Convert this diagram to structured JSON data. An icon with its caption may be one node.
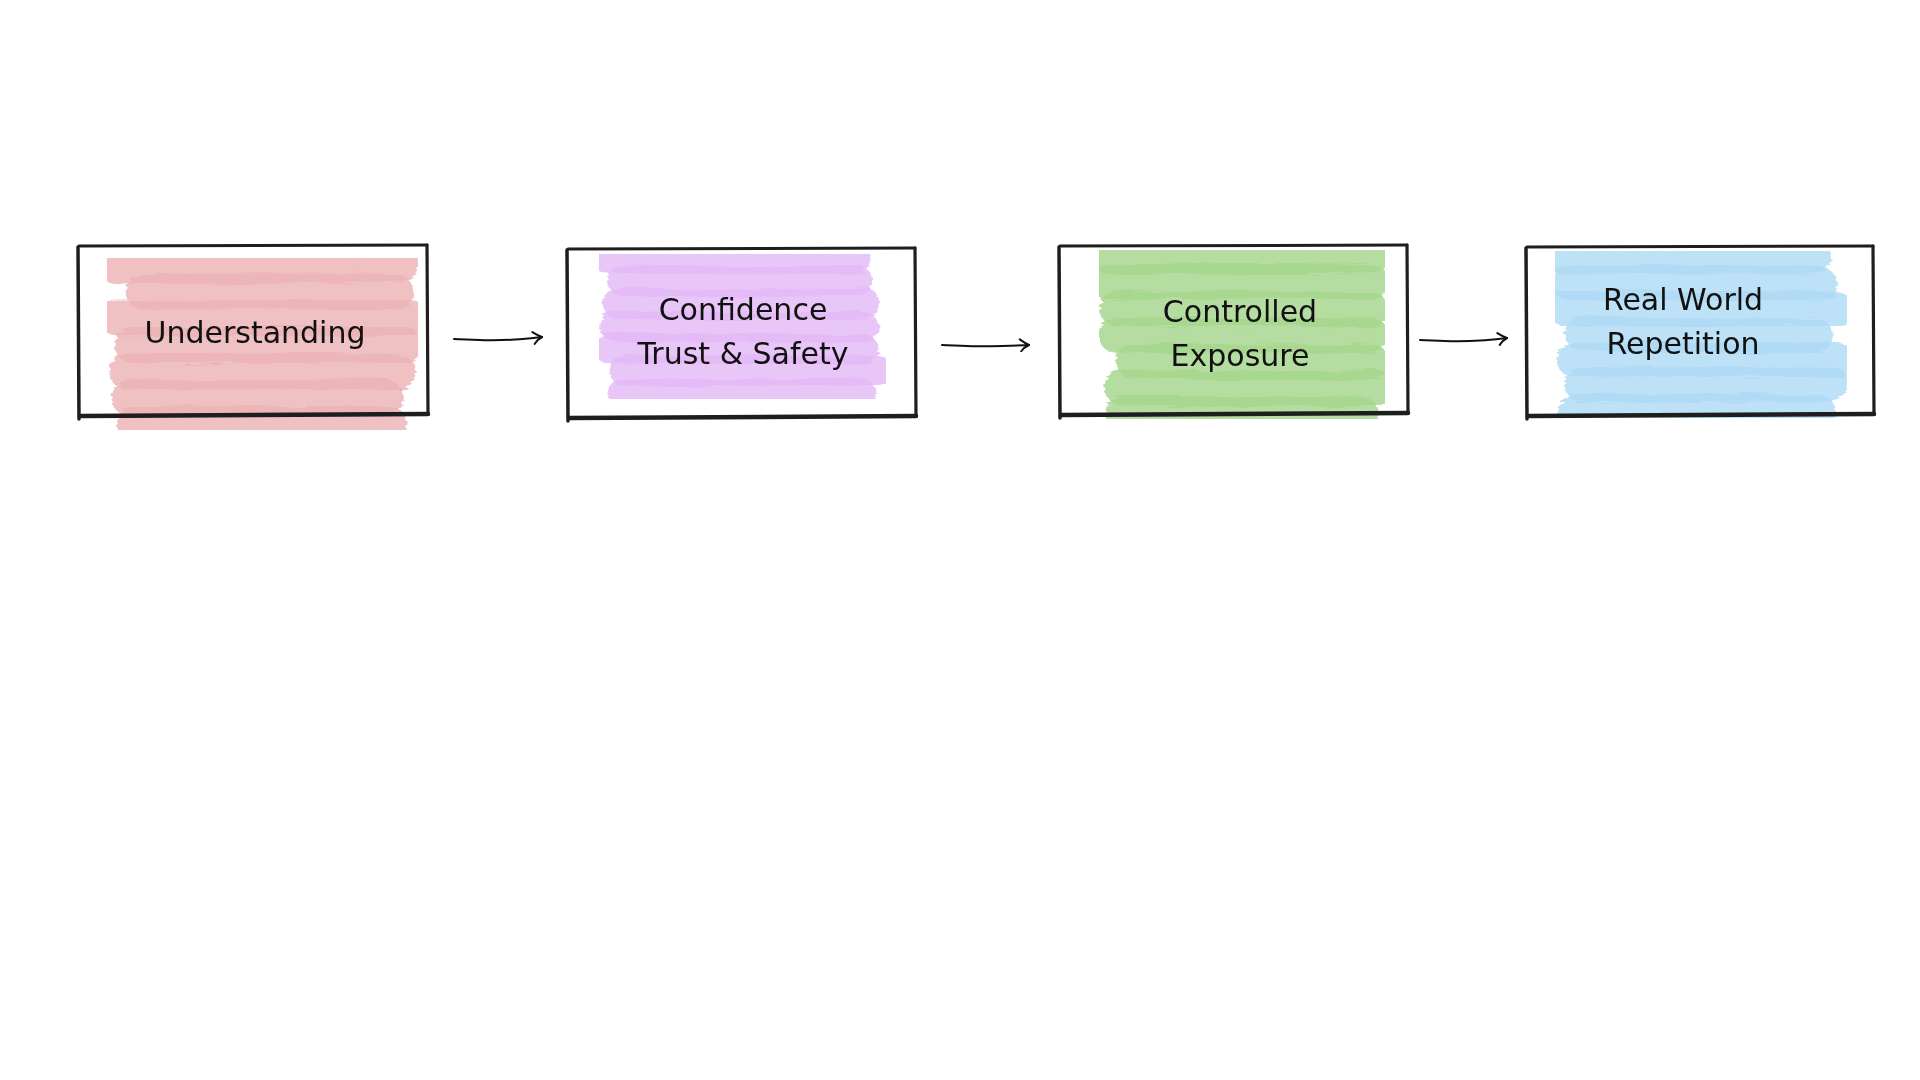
{
  "diagram": {
    "nodes": [
      {
        "text": [
          "Understanding"
        ]
      },
      {
        "text": [
          "Confidence Trust & Safety"
        ]
      },
      {
        "text": [
          "Controlled Exposure"
        ]
      },
      {
        "text": [
          "Real World Repetition"
        ]
      }
    ],
    "edges": [
      {
        "from": 0,
        "to": 1,
        "arrow": "to"
      },
      {
        "from": 1,
        "to": 2,
        "arrow": "to"
      },
      {
        "from": 2,
        "to": 3,
        "arrow": "to"
      }
    ]
  }
}
